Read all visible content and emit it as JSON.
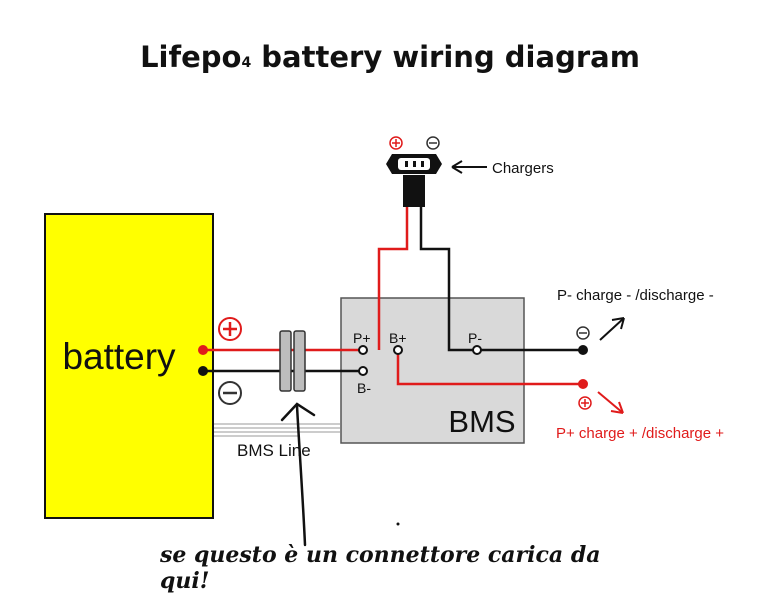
{
  "title": {
    "main": "Lifepo",
    "sub": "4",
    "rest": " battery wiring diagram"
  },
  "battery": {
    "label": "battery",
    "fill": "#FFFF00"
  },
  "bms": {
    "label": "BMS",
    "fill": "#D9D9D9",
    "pins": {
      "p_plus": "P+",
      "b_plus": "B+",
      "p_minus": "P-",
      "b_minus": "B-"
    }
  },
  "bms_line_label": "BMS Line",
  "chargers_label": "Chargers",
  "outputs": {
    "negative": "P- charge - /discharge -",
    "positive": "P+ charge + /discharge +"
  },
  "handwritten_note": "se questo è un connettore carica  da qui!",
  "colors": {
    "positive_wire": "#E01B1B",
    "negative_wire": "#111111"
  }
}
